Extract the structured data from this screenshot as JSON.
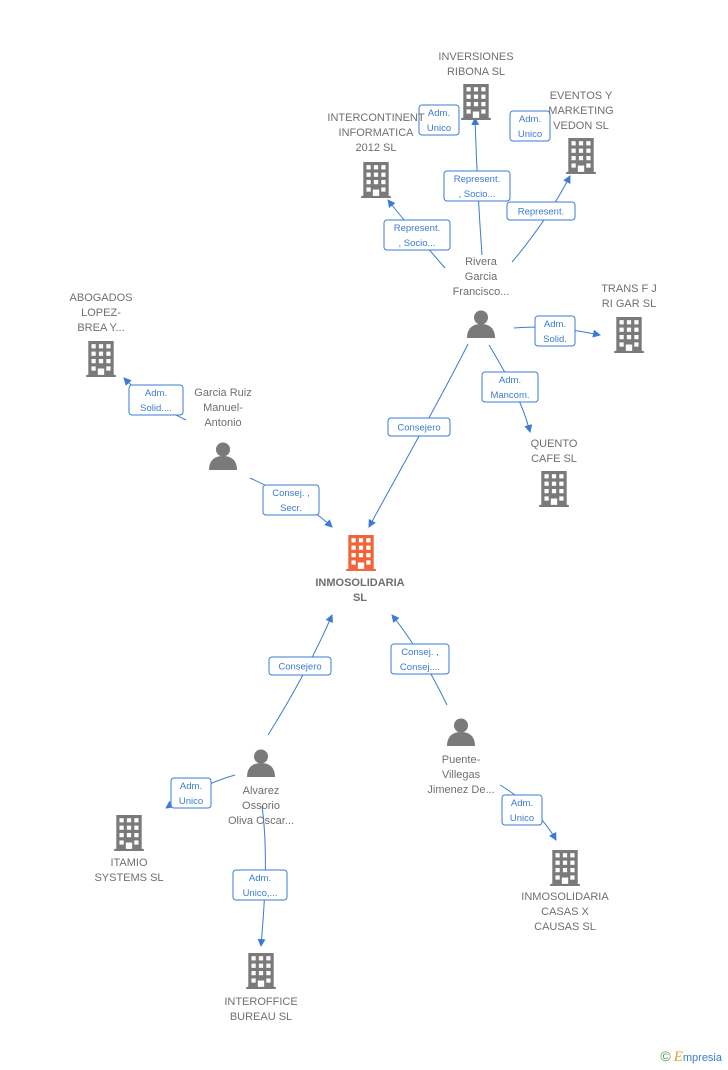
{
  "colors": {
    "edge": "#3a7bd5",
    "node": "#7a7a7a",
    "center": "#f0653a"
  },
  "center": {
    "label": [
      "INMOSOLIDARIA",
      "SL"
    ]
  },
  "companies": {
    "inversiones": [
      "INVERSIONES",
      "RIBONA SL"
    ],
    "eventos": [
      "EVENTOS Y",
      "MARKETING",
      "VEDON  SL"
    ],
    "intercontinental": [
      "INTERCONTINENT",
      "INFORMATICA",
      "2012 SL"
    ],
    "abogados": [
      "ABOGADOS",
      "LOPEZ-",
      "BREA Y..."
    ],
    "trans": [
      "TRANS F J",
      "RI GAR SL"
    ],
    "quento": [
      "QUENTO",
      "CAFE  SL"
    ],
    "itamio": [
      "ITAMIO",
      "SYSTEMS  SL"
    ],
    "interoffice": [
      "INTEROFFICE",
      "BUREAU SL"
    ],
    "casas": [
      "INMOSOLIDARIA",
      "CASAS X",
      "CAUSAS  SL"
    ]
  },
  "persons": {
    "rivera": [
      "Rivera",
      "Garcia",
      "Francisco..."
    ],
    "garcia": [
      "Garcia Ruiz",
      "Manuel-",
      "Antonio"
    ],
    "alvarez": [
      "Alvarez",
      "Ossorio",
      "Oliva Oscar..."
    ],
    "puente": [
      "Puente-",
      "Villegas",
      "Jimenez De..."
    ]
  },
  "edge_labels": {
    "rivera_inversiones_adm": [
      "Adm.",
      "Unico"
    ],
    "rivera_inversiones_rep": [
      "Represent.",
      ", Socio..."
    ],
    "rivera_eventos_adm": [
      "Adm.",
      "Unico"
    ],
    "rivera_eventos_rep": [
      "Represent."
    ],
    "rivera_intercontinental": [
      "Represent.",
      ", Socio..."
    ],
    "rivera_trans": [
      "Adm.",
      "Solid."
    ],
    "rivera_quento": [
      "Adm.",
      "Mancom."
    ],
    "rivera_center": [
      "Consejero"
    ],
    "garcia_abogados": [
      "Adm.",
      "Solid...."
    ],
    "garcia_center": [
      "Consej. ,",
      "Secr."
    ],
    "alvarez_center": [
      "Consejero"
    ],
    "puente_center": [
      "Consej. ,",
      "Consej...."
    ],
    "alvarez_itamio": [
      "Adm.",
      "Unico"
    ],
    "alvarez_interoffice": [
      "Adm.",
      "Unico,..."
    ],
    "puente_casas": [
      "Adm.",
      "Unico"
    ]
  },
  "footer": {
    "copyright": "©",
    "brand_initial": "E",
    "brand_rest": "mpresia"
  }
}
